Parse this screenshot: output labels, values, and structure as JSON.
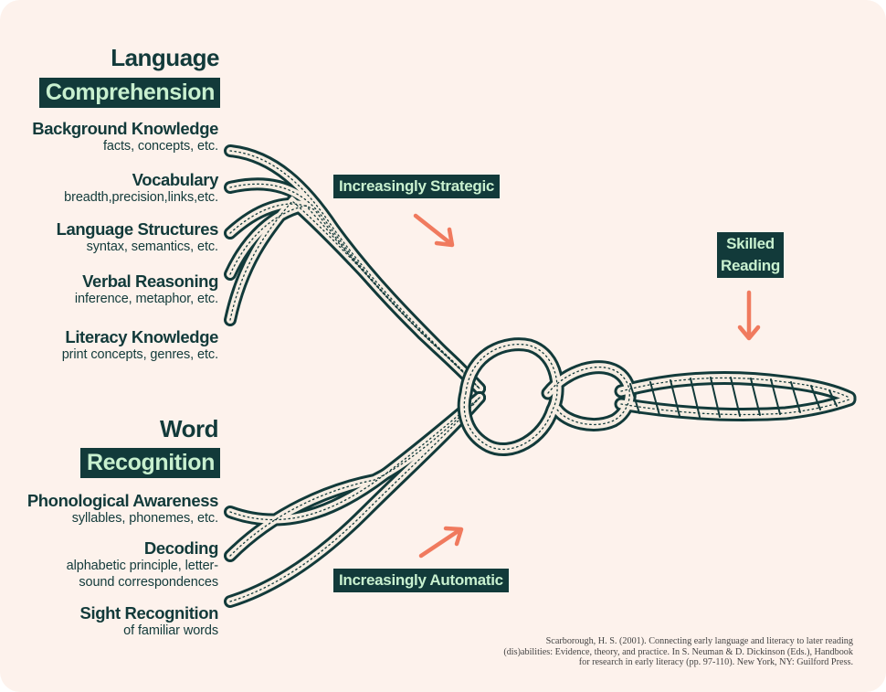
{
  "colors": {
    "background": "#fdf2ec",
    "ink": "#123a3a",
    "highlight_text": "#c8f0cf",
    "arrow": "#f07a5e"
  },
  "comprehension": {
    "title_line1": "Language",
    "title_line2": "Comprehension",
    "items": [
      {
        "name": "Background Knowledge",
        "desc": [
          "facts, concepts, etc."
        ]
      },
      {
        "name": "Vocabulary",
        "desc": [
          "breadth,precision,links,etc."
        ]
      },
      {
        "name": "Language Structures",
        "desc": [
          "syntax, semantics, etc."
        ]
      },
      {
        "name": "Verbal Reasoning",
        "desc": [
          "inference, metaphor, etc."
        ]
      },
      {
        "name": "Literacy Knowledge",
        "desc": [
          "print concepts, genres, etc."
        ]
      }
    ]
  },
  "recognition": {
    "title_line1": "Word",
    "title_line2": "Recognition",
    "items": [
      {
        "name": "Phonological Awareness",
        "desc": [
          "syllables, phonemes, etc."
        ]
      },
      {
        "name": "Decoding",
        "desc": [
          "alphabetic principle, letter-",
          "sound correspondences"
        ]
      },
      {
        "name": "Sight Recognition",
        "desc": [
          "of familiar words"
        ]
      }
    ]
  },
  "labels": {
    "strategic": "Increasingly Strategic",
    "automatic": "Increasingly Automatic",
    "skilled_line1": "Skilled",
    "skilled_line2": "Reading"
  },
  "citation": [
    "Scarborough, H. S. (2001). Connecting early language and literacy to later reading",
    "(dis)abilities: Evidence, theory, and practice. In S. Neuman & D. Dickinson (Eds.), Handbook",
    "for research in early literacy (pp. 97-110). New York, NY: Guilford Press."
  ]
}
